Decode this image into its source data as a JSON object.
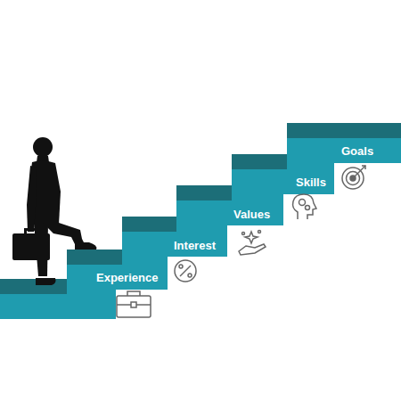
{
  "diagram": {
    "nodes": [
      {
        "text": [
          "Experience"
        ]
      },
      {
        "text": [
          "Interest"
        ]
      },
      {
        "text": [
          "Values"
        ]
      },
      {
        "text": [
          "Skills"
        ]
      },
      {
        "text": [
          "Goals"
        ]
      }
    ]
  }
}
